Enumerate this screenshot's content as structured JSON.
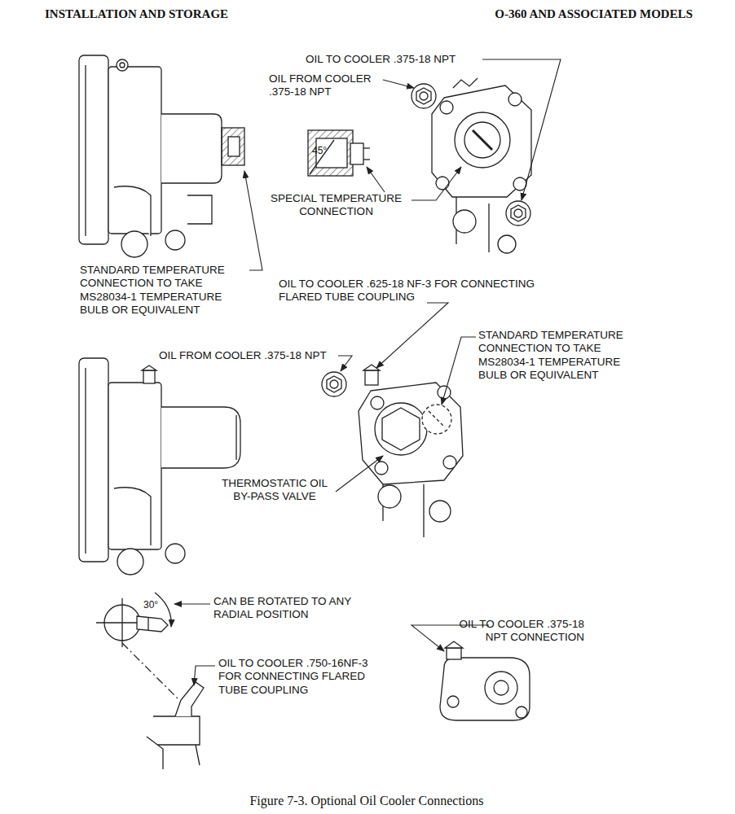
{
  "diagram": {
    "caption": "Figure 7-3. Optional Oil Cooler Connections",
    "labels": [
      "INSTALLATION AND STORAGE",
      "O-360 AND ASSOCIATED MODELS",
      "OIL TO COOLER .375-18 NPT",
      "OIL FROM COOLER .375-18 NPT",
      "45°",
      "SPECIAL TEMPERATURE CONNECTION",
      "STANDARD TEMPERATURE CONNECTION TO TAKE MS28034-1 TEMPERATURE BULB OR EQUIVALENT",
      "OIL TO COOLER .625-18 NF-3 FOR CONNECTING FLARED TUBE COUPLING",
      "OIL FROM COOLER .375-18 NPT",
      "STANDARD TEMPERATURE CONNECTION TO TAKE MS28034-1 TEMPERATURE BULB OR EQUIVALENT",
      "THERMOSTATIC OIL BY-PASS VALVE",
      "30°",
      "CAN BE ROTATED TO ANY RADIAL POSITION",
      "OIL TO COOLER .750-16NF-3 FOR CONNECTING FLARED TUBE COUPLING",
      "OIL TO COOLER .375-18 NPT CONNECTION"
    ]
  }
}
